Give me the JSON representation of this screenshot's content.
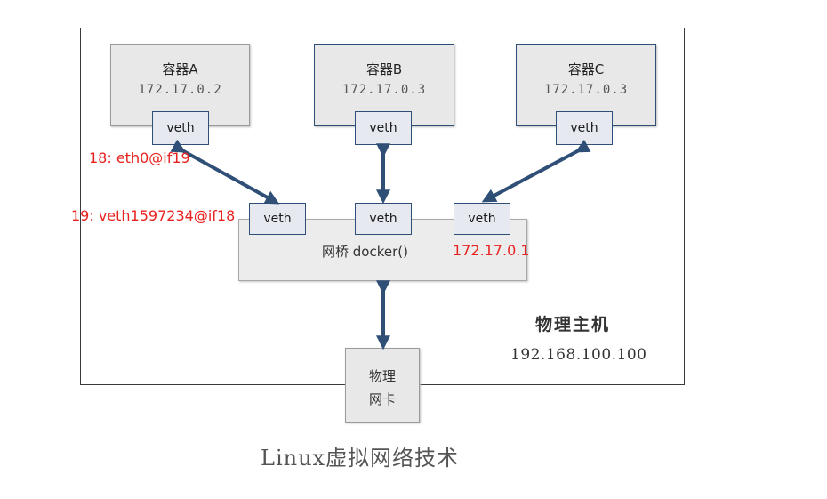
{
  "containers": [
    {
      "name": "容器A",
      "ip": "172.17.0.2",
      "veth": "veth"
    },
    {
      "name": "容器B",
      "ip": "172.17.0.3",
      "veth": "veth"
    },
    {
      "name": "容器C",
      "ip": "172.17.0.3",
      "veth": "veth"
    }
  ],
  "bridge": {
    "label": "网桥  docker()",
    "veths": [
      "veth",
      "veth",
      "veth"
    ],
    "ip": "172.17.0.1"
  },
  "annotations": {
    "eth0": "18: eth0@if19",
    "veth_pair": "19: veth1597234@if18"
  },
  "nic": {
    "label": "物理\n网卡"
  },
  "host": {
    "title": "物理主机",
    "ip": "192.168.100.100"
  },
  "caption": "Linux虚拟网络技术",
  "colors": {
    "arrow": "#2f4f77",
    "annotation": "#e8231f"
  }
}
